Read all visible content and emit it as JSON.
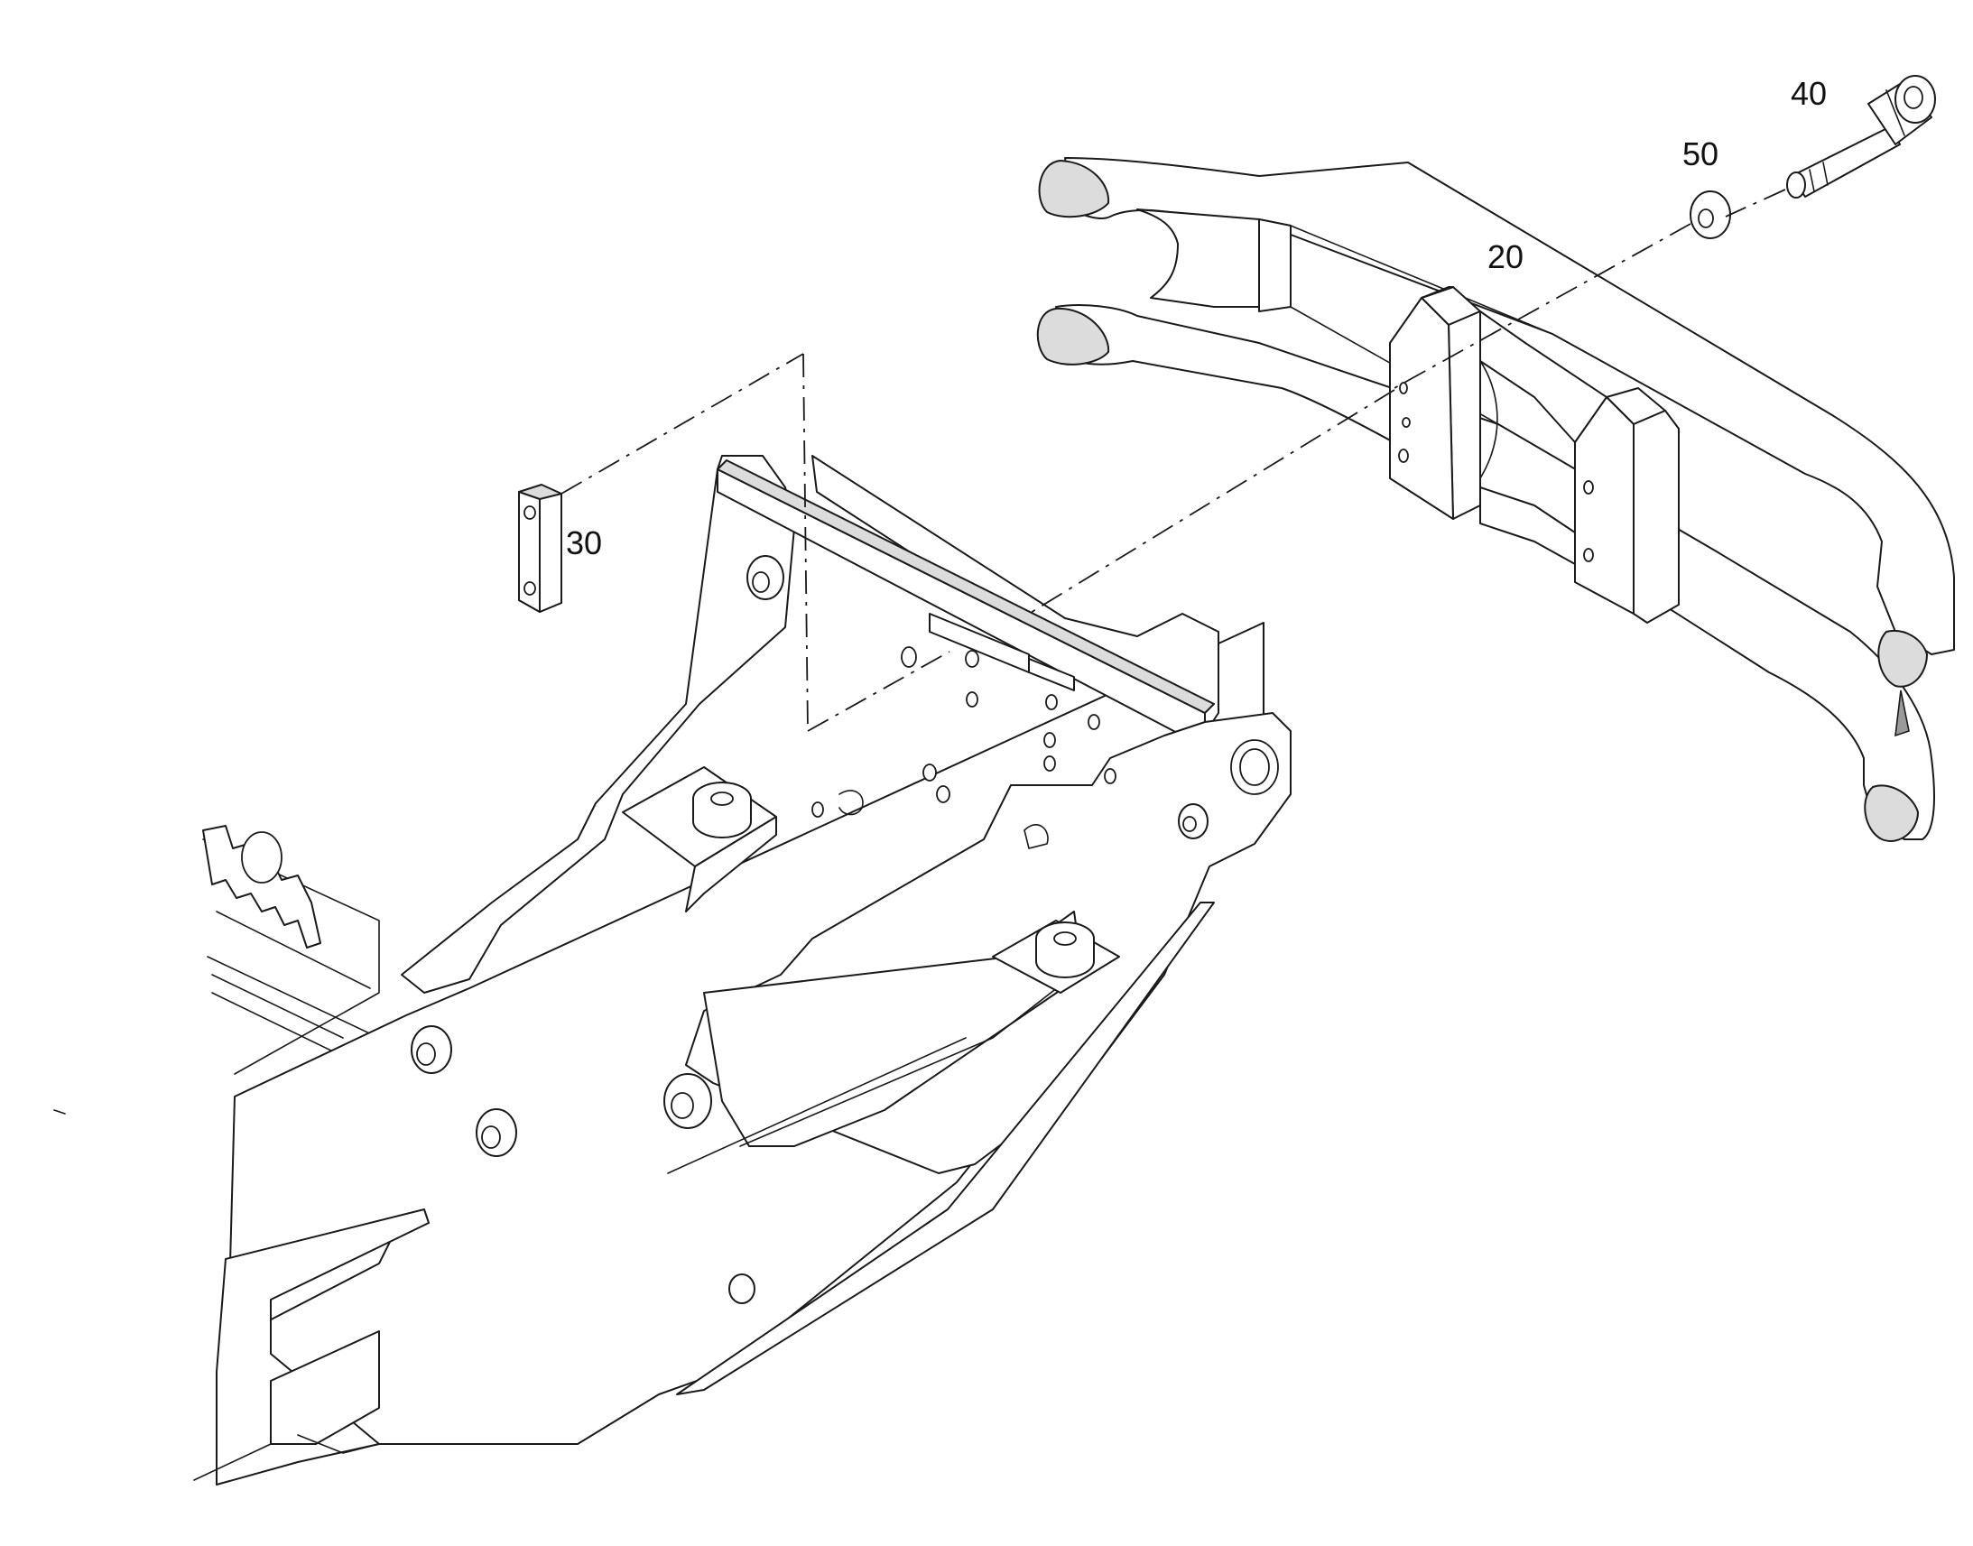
{
  "callouts": {
    "part_20": "20",
    "part_30": "30",
    "part_40": "40",
    "part_50": "50"
  },
  "colors": {
    "line": "#1a1a1a",
    "background": "#ffffff",
    "shade": "#dcdcdc"
  }
}
